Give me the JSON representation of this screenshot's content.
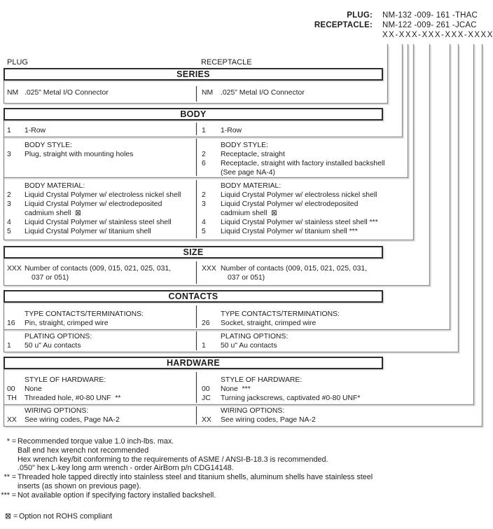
{
  "colors": {
    "ink": "#1c1c1c",
    "line_gray": "#8a8a8a",
    "divider_dark": "#3f3f3f",
    "background": "#ffffff"
  },
  "page": {
    "plug_label": "PLUG:",
    "plug_value": "NM-132 -009- 161 -THAC",
    "receptacle_label": "RECEPTACLE:",
    "receptacle_value": "NM-122 -009- 261 -JCAC",
    "mask_value": "XX-XXX-XXX-XXX-XXXX",
    "left_column_header": "PLUG",
    "right_column_header": "RECEPTACLE"
  },
  "series": {
    "title": "SERIES",
    "left": {
      "code": "NM",
      "desc": ".025\" Metal I/O Connector"
    },
    "right": {
      "code": "NM",
      "desc": ".025\" Metal I/O Connector"
    }
  },
  "body": {
    "title": "BODY",
    "row": {
      "left": {
        "code": "1",
        "desc": "1-Row"
      },
      "right": {
        "code": "1",
        "desc": "1-Row"
      }
    },
    "style": {
      "left_label": "BODY STYLE:",
      "right_label": "BODY STYLE:",
      "left": [
        {
          "code": "3",
          "desc": "Plug, straight with mounting holes"
        }
      ],
      "right": [
        {
          "code": "2",
          "desc": "Receptacle, straight"
        },
        {
          "code": "6",
          "desc": "Receptacle, straight with factory installed backshell"
        },
        {
          "code": "",
          "desc": "(See page NA-4)"
        }
      ]
    },
    "material": {
      "left_label": "BODY MATERIAL:",
      "right_label": "BODY MATERIAL:",
      "left": [
        {
          "code": "2",
          "desc": "Liquid Crystal Polymer w/ electroless nickel shell"
        },
        {
          "code": "3",
          "desc": "Liquid Crystal Polymer w/ electrodeposited"
        },
        {
          "code": "",
          "desc": "cadmium shell  ⊠"
        },
        {
          "code": "4",
          "desc": "Liquid Crystal Polymer w/ stainless steel shell"
        },
        {
          "code": "5",
          "desc": "Liquid Crystal Polymer w/ titanium shell"
        }
      ],
      "right": [
        {
          "code": "2",
          "desc": "Liquid Crystal Polymer w/ electroless nickel shell"
        },
        {
          "code": "3",
          "desc": "Liquid Crystal Polymer w/ electrodeposited"
        },
        {
          "code": "",
          "desc": "cadmium shell  ⊠"
        },
        {
          "code": "4",
          "desc": "Liquid Crystal Polymer w/ stainless steel shell ***"
        },
        {
          "code": "5",
          "desc": "Liquid Crystal Polymer w/ titanium shell ***"
        }
      ]
    }
  },
  "size": {
    "title": "SIZE",
    "left": {
      "code": "XXX",
      "desc": "Number of contacts (009, 015, 021, 025, 031,",
      "desc2": "037 or 051)"
    },
    "right": {
      "code": "XXX",
      "desc": "Number of contacts (009, 015, 021, 025, 031,",
      "desc2": "037 or 051)"
    }
  },
  "contacts": {
    "title": "CONTACTS",
    "type": {
      "left_label": "TYPE CONTACTS/TERMINATIONS:",
      "right_label": "TYPE CONTACTS/TERMINATIONS:",
      "left": {
        "code": "16",
        "desc": "Pin, straight, crimped wire"
      },
      "right": {
        "code": "26",
        "desc": "Socket, straight, crimped wire"
      }
    },
    "plating": {
      "left_label": "PLATING OPTIONS:",
      "right_label": "PLATING OPTIONS:",
      "left": {
        "code": "1",
        "desc": "50 u\" Au contacts"
      },
      "right": {
        "code": "1",
        "desc": "50 u\" Au contacts"
      }
    }
  },
  "hardware": {
    "title": "HARDWARE",
    "style": {
      "left_label": "STYLE OF HARDWARE:",
      "right_label": "STYLE OF HARDWARE:",
      "left": [
        {
          "code": "00",
          "desc": "None"
        },
        {
          "code": "TH",
          "desc": "Threaded hole, #0-80 UNF  **"
        }
      ],
      "right": [
        {
          "code": "00",
          "desc": "None  ***"
        },
        {
          "code": "JC",
          "desc": "Turning jackscrews, captivated #0-80 UNF*"
        }
      ]
    },
    "wiring": {
      "left_label": "WIRING OPTIONS:",
      "right_label": "WIRING OPTIONS:",
      "left": {
        "code": "XX",
        "desc": "See wiring codes, Page NA-2"
      },
      "right": {
        "code": "XX",
        "desc": "See wiring codes, Page NA-2"
      }
    }
  },
  "footnotes": [
    {
      "sym": "*",
      "eq": "=",
      "text": "Recommended torque value 1.0 inch-lbs. max."
    },
    {
      "sym": "",
      "eq": "",
      "text": "Ball end hex wrench not recommended"
    },
    {
      "sym": "",
      "eq": "",
      "text": "Hex wrench key/bit conforming to the requirements of ASME / ANSI-B-18.3 is recommended."
    },
    {
      "sym": "",
      "eq": "",
      "text": ".050\" hex L-key long arm wrench - order AirBorn p/n CDG14148."
    },
    {
      "sym": "**",
      "eq": "=",
      "text": "Threaded hole tapped directly into stainless steel and titanium shells, aluminum shells have stainless steel"
    },
    {
      "sym": "",
      "eq": "",
      "text": "inserts (as shown on previous page)."
    },
    {
      "sym": "***",
      "eq": "=",
      "text": "Not available option if specifying factory installed backshell."
    }
  ],
  "rohs_note": {
    "sym": "⊠",
    "eq": "=",
    "text": "Option not ROHS compliant"
  }
}
